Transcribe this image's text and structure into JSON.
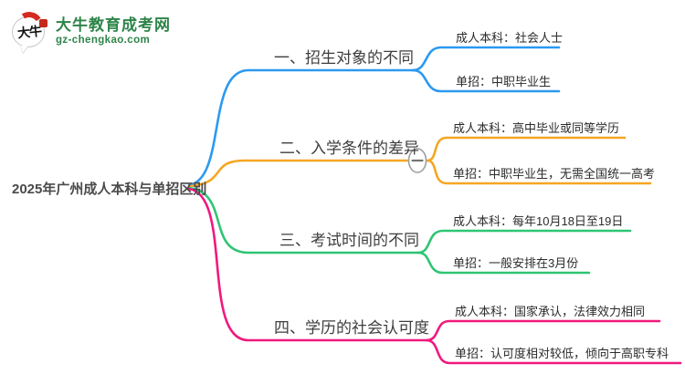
{
  "logo": {
    "icon_text": "大牛",
    "site_name": "大牛教育成考网",
    "site_url": "gz-chengkao.com",
    "brand_green": "#2e8449",
    "seal_red": "#c5281c"
  },
  "root": {
    "title": "2025年广州成人本科与单招区别"
  },
  "branches": [
    {
      "label": "一、招生对象的不同",
      "color": "#2b99f0",
      "leaves": [
        {
          "text": "成人本科：社会人士"
        },
        {
          "text": "单招：中职毕业生"
        }
      ]
    },
    {
      "label": "二、入学条件的差异",
      "color": "#f5a623",
      "collapsible": true,
      "collapse_state": "expanded",
      "leaves": [
        {
          "text": "成人本科：高中毕业或同等学历"
        },
        {
          "text": "单招：中职毕业生，无需全国统一高考"
        }
      ]
    },
    {
      "label": "三、考试时间的不同",
      "color": "#2ec573",
      "leaves": [
        {
          "text": "成人本科：每年10月18日至19日"
        },
        {
          "text": "单招：一般安排在3月份"
        }
      ]
    },
    {
      "label": "四、学历的社会认可度",
      "color": "#f0197d",
      "leaves": [
        {
          "text": "成人本科：国家承认，法律效力相同"
        },
        {
          "text": "单招：认可度相对较低，倾向于高职专科"
        }
      ]
    }
  ],
  "icons": {
    "collapse_minus": "−"
  },
  "colors": {
    "text_dark": "#3e3e3e",
    "background": "#ffffff",
    "collapse_border": "#9e9e9e"
  }
}
